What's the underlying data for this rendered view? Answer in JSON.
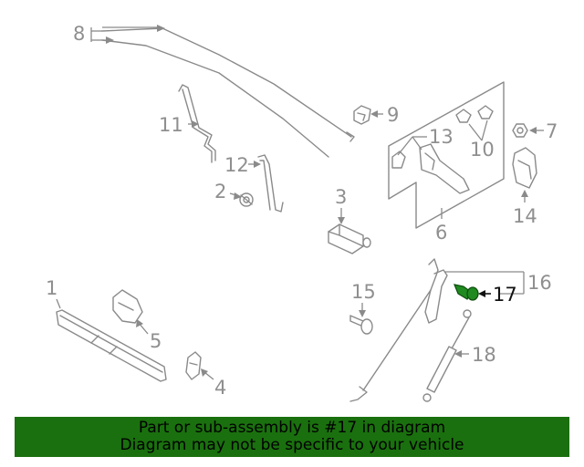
{
  "callouts": {
    "c1": "1",
    "c2": "2",
    "c3": "3",
    "c4": "4",
    "c5": "5",
    "c6": "6",
    "c7": "7",
    "c8": "8",
    "c9": "9",
    "c10": "10",
    "c11": "11",
    "c12": "12",
    "c13": "13",
    "c14": "14",
    "c15": "15",
    "c16": "16",
    "c17": "17",
    "c18": "18"
  },
  "highlighted_part": "17",
  "colors": {
    "banner_bg": "#1a700e",
    "highlight_part": "#1f8a1f",
    "line_gray": "#8a8a8a"
  },
  "banner": {
    "line1": "Part or sub-assembly is #17 in diagram",
    "line2": "Diagram may not be specific to your vehicle"
  }
}
